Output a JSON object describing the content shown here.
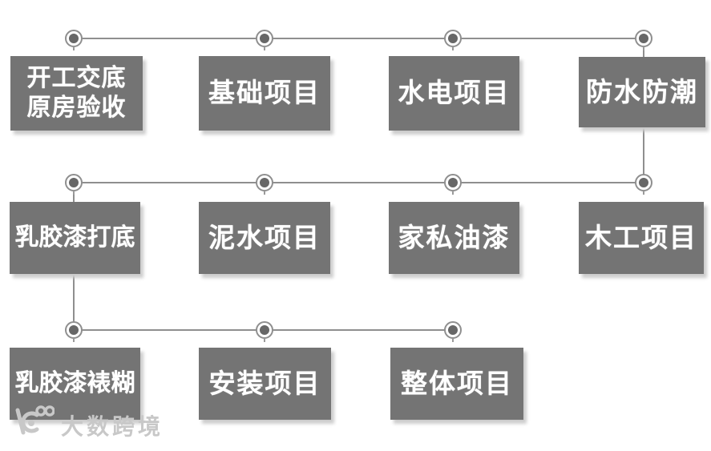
{
  "diagram": {
    "rows": [
      {
        "boxes": [
          {
            "label": "开工交底\n原房验收"
          },
          {
            "label": "基础项目"
          },
          {
            "label": "水电项目"
          },
          {
            "label": "防水防潮"
          }
        ]
      },
      {
        "boxes": [
          {
            "label": "乳胶漆打底"
          },
          {
            "label": "泥水项目"
          },
          {
            "label": "家私油漆"
          },
          {
            "label": "木工项目"
          }
        ]
      },
      {
        "boxes": [
          {
            "label": "乳胶漆裱糊"
          },
          {
            "label": "安装项目"
          },
          {
            "label": "整体项目"
          }
        ]
      }
    ],
    "colors": {
      "box_fill": "#747474",
      "line": "#8f8f8f",
      "node_inner": "#676767",
      "box_text": "#ffffff",
      "watermark": "#c8c8c8"
    }
  },
  "watermark": {
    "text": "大数跨境"
  }
}
